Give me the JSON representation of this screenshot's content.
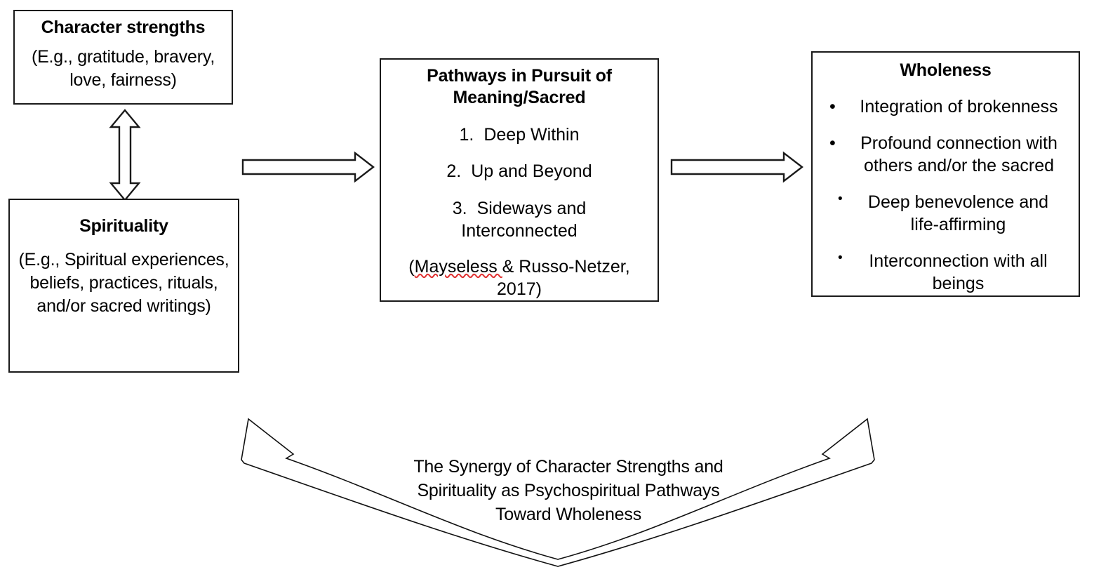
{
  "figure": {
    "background_color": "#ffffff",
    "line_color": "#1a1a1a",
    "spellcheck_color": "#e03131"
  },
  "boxes": {
    "character_strengths": {
      "title": "Character strengths",
      "body": "(E.g., gratitude, bravery, love, fairness)"
    },
    "spirituality": {
      "title": "Spirituality",
      "body": "(E.g., Spiritual experiences, beliefs, practices, rituals, and/or sacred writings)"
    },
    "pathways": {
      "title": "Pathways in Pursuit of Meaning/Sacred",
      "items": [
        {
          "num": "1.",
          "label": "Deep Within"
        },
        {
          "num": "2.",
          "label": "Up and Beyond"
        },
        {
          "num": "3.",
          "label": "Sideways and Interconnected"
        }
      ],
      "citation_open": "(",
      "citation_misspelled": "Mayseless ",
      "citation_rest": "& Russo-Netzer, 2017)"
    },
    "wholeness": {
      "title": "Wholeness",
      "items": [
        {
          "bullet": "•",
          "level": 1,
          "label": "Integration of brokenness"
        },
        {
          "bullet": "•",
          "level": 1,
          "label": "Profound connection with others and/or the sacred"
        },
        {
          "bullet": "•",
          "level": 2,
          "label": "Deep benevolence and life-affirming"
        },
        {
          "bullet": "•",
          "level": 2,
          "label": "Interconnection with all beings"
        }
      ]
    }
  },
  "arrows": {
    "vertical_double": "double-headed-vertical-arrow",
    "left_to_center": "right-arrow",
    "center_to_right": "right-arrow",
    "bottom_curved": "curved-double-headed-arrow"
  },
  "caption": {
    "text": "The Synergy of Character Strengths and Spirituality as Psychospiritual Pathways Toward Wholeness"
  }
}
